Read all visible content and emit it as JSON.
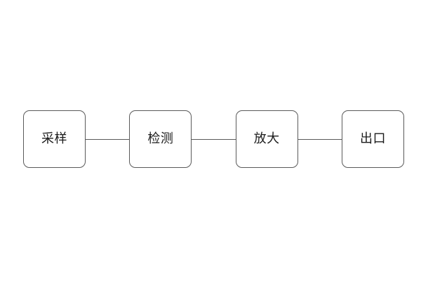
{
  "diagram": {
    "type": "linear-flow",
    "orientation": "horizontal",
    "background_color": "#ffffff",
    "node_border_color": "#5a5a5a",
    "node_fill_color": "#ffffff",
    "connector_color": "#5a5a5a",
    "label_color": "#1a1a1a",
    "nodes": [
      {
        "id": "sampling",
        "label": "采样"
      },
      {
        "id": "detection",
        "label": "检测"
      },
      {
        "id": "amplify",
        "label": "放大"
      },
      {
        "id": "output",
        "label": "出口"
      }
    ],
    "connectors": [
      {
        "from": "sampling",
        "to": "detection",
        "style": "plain-line",
        "arrow": false
      },
      {
        "from": "detection",
        "to": "amplify",
        "style": "plain-line",
        "arrow": false
      },
      {
        "from": "amplify",
        "to": "output",
        "style": "plain-line",
        "arrow": false
      }
    ]
  }
}
